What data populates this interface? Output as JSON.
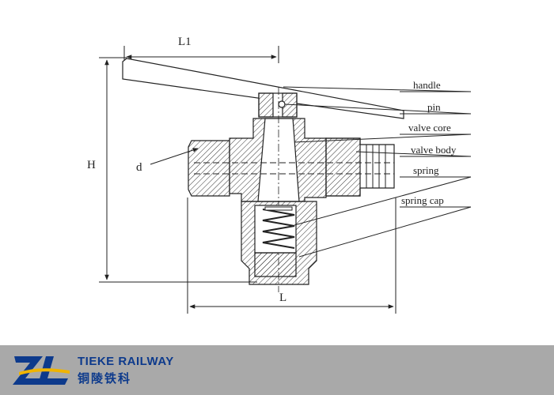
{
  "dimensions": {
    "l1": "L1",
    "h": "H",
    "d": "d",
    "l": "L"
  },
  "callouts": [
    "handle",
    "pin",
    "valve core",
    "valve body",
    "spring",
    "spring cap"
  ],
  "footer": {
    "brand_name": "TIEKE RAILWAY",
    "brand_cn": "铜陵铁科",
    "logo_colors": {
      "primary": "#0d3a8c",
      "accent": "#f0b400"
    }
  }
}
